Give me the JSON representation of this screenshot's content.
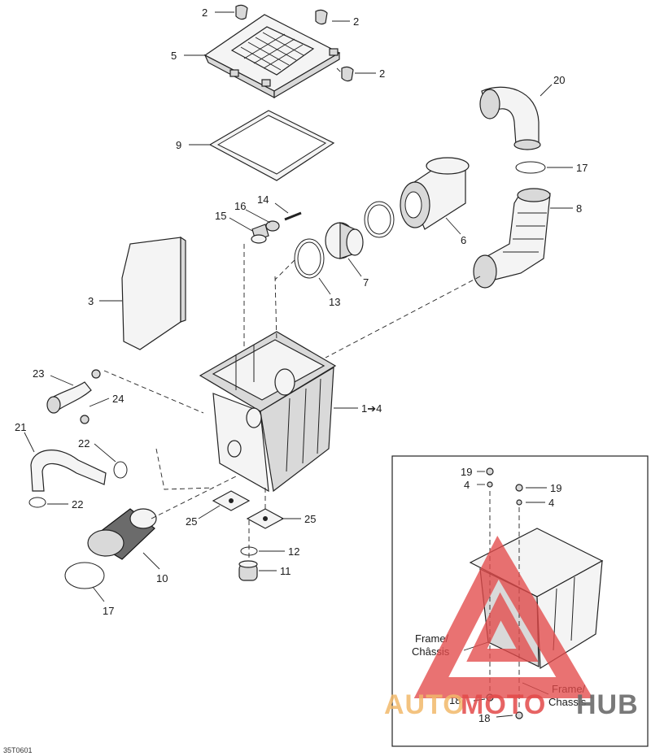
{
  "labels": {
    "l2a": "2",
    "l2b": "2",
    "l2c": "2",
    "l5": "5",
    "l9": "9",
    "l14": "14",
    "l15": "15",
    "l16": "16",
    "l20": "20",
    "l17a": "17",
    "l8": "8",
    "l6": "6",
    "l7": "7",
    "l13": "13",
    "l3": "3",
    "l23": "23",
    "l24": "24",
    "l14range": "1➔4",
    "l21": "21",
    "l22a": "22",
    "l22b": "22",
    "l25a": "25",
    "l25b": "25",
    "l12": "12",
    "l11": "11",
    "l10": "10",
    "l17b": "17"
  },
  "inset": {
    "l19a": "19",
    "l4a": "4",
    "l19b": "19",
    "l4b": "4",
    "frame1": "Frame/",
    "chassis1": "Châssis",
    "frame2": "Frame/",
    "chassis2": "Chassis",
    "l18a": "18",
    "l18b": "18"
  },
  "watermark": {
    "auto": "AUTO",
    "moto": "MOTO",
    "hub": "HUB",
    "color_red": "#e34a4a",
    "color_orange": "#f2b96b",
    "color_dark": "#6b6b6b"
  },
  "footer": {
    "code": "35T0601"
  }
}
